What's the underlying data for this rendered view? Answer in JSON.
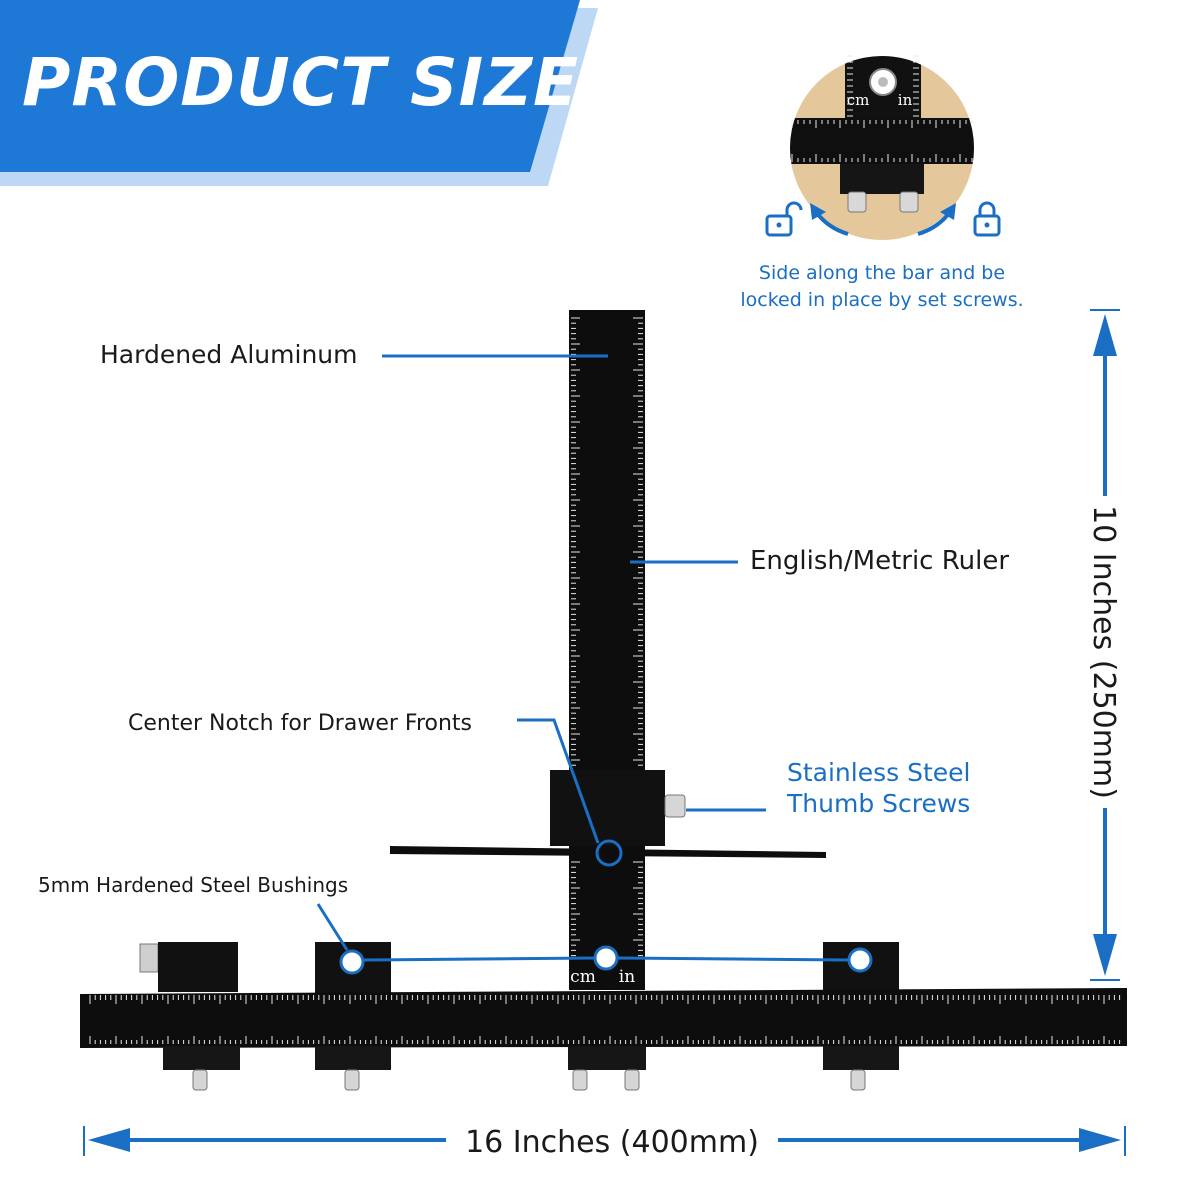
{
  "banner": {
    "title": "PRODUCT SIZE"
  },
  "labels": {
    "hardened_aluminum": "Hardened Aluminum",
    "english_metric_ruler": "English/Metric Ruler",
    "center_notch": "Center Notch for Drawer Fronts",
    "thumb_screws_line1": "Stainless Steel",
    "thumb_screws_line2": "Thumb Screws",
    "bushings": "5mm Hardened Steel Bushings"
  },
  "inset": {
    "caption_line1": "Side along the bar and be",
    "caption_line2": "locked in place by set screws.",
    "unit_cm": "cm",
    "unit_in": "in",
    "unlock_icon": "unlock-icon",
    "lock_icon": "lock-icon"
  },
  "ruler": {
    "unit_cm": "cm",
    "unit_in": "in"
  },
  "dimensions": {
    "width": "16 Inches (400mm)",
    "height": "10 Inches (250mm)"
  },
  "colors": {
    "accent_blue": "#1a6fc4",
    "banner_blue": "#1e78d6",
    "banner_light": "#bcd8f4",
    "tool_black": "#0d0d0d"
  }
}
